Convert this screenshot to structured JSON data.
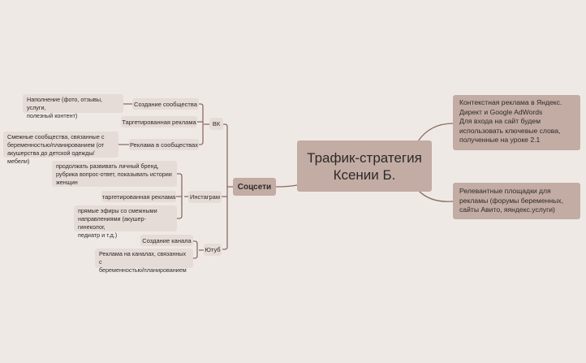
{
  "central": "Трафик-стратегия\nКсении Б.",
  "right": [
    "Контекстная реклама в Яндекс.\nДирект и Google AdWords\nДля входа на сайт будем\nиспользовать ключевые слова,\nполученные на уроке 2.1",
    "Релевантные площадки для\nрекламы (форумы беременных,\nсайты Авито, яяндекс.услуги)"
  ],
  "socials": {
    "label": "Соцсети",
    "vk": {
      "label": "ВК",
      "items": [
        "Создание сообщества",
        "Таргетированная реклама",
        "Реклама в сообществах"
      ],
      "details": [
        "Наполнение (фото, отзывы, услуги,\nполезный контент)",
        "Смежные сообщества, связанные с\nбеременностью/планированием (от\nакушерства до детской одежды/мебели)"
      ]
    },
    "instagram": {
      "label": "Инстаграм",
      "items": [
        "продолжать развивать личный бренд,\nрубрика вопрос-ответ, показывать истории\nженщин",
        "таргетированная реклама",
        "прямые эфиры со смежными\nнаправлениями (акушер-гинеколог,\nпедиатр и т.д.)"
      ]
    },
    "youtube": {
      "label": "Ютуб",
      "items": [
        "Создание канала",
        "Реклама на каналах, связанных с\nбеременностью/планированием"
      ]
    }
  },
  "colors": {
    "background": "#efe9e6",
    "node": "#c2aca4",
    "leaf": "#e5dbd7",
    "line": "#8b6c61"
  }
}
